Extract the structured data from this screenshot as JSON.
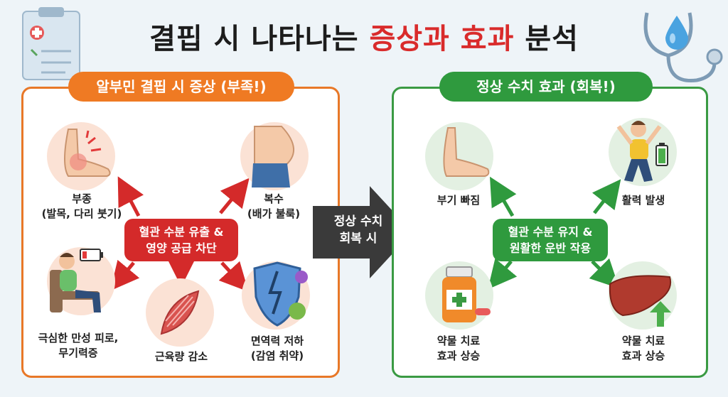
{
  "title": {
    "part1": "결핍 시 나타나는 ",
    "part2": "증상과 효과",
    "part3": " 분석"
  },
  "left": {
    "header": "알부민 결핍 시 증상 (부족!)",
    "hub": [
      "혈관 수분 유출 &",
      "영양 공급 차단"
    ],
    "items": [
      {
        "line1": "부종",
        "line2": "(발목, 다리 붓기)"
      },
      {
        "line1": "복수",
        "line2": "(배가 불룩)"
      },
      {
        "line1": "극심한 만성 피로,",
        "line2": "무기력증"
      },
      {
        "line1": "근육량 감소",
        "line2": ""
      },
      {
        "line1": "면역력 저하",
        "line2": "(감염 취약)"
      }
    ]
  },
  "transition": [
    "정상 수치",
    "회복 시"
  ],
  "right": {
    "header": "정상 수치 효과 (회복!)",
    "hub": [
      "혈관 수분 유지 &",
      "원활한 운반 작용"
    ],
    "items": [
      {
        "line1": "부기 빠짐",
        "line2": ""
      },
      {
        "line1": "활력 발생",
        "line2": ""
      },
      {
        "line1": "약물 치료",
        "line2": "효과 상승"
      },
      {
        "line1": "약물 치료",
        "line2": "효과 상승"
      }
    ]
  },
  "colors": {
    "orange": "#ef7a23",
    "red": "#d42a2a",
    "green": "#2f9a3e",
    "title_red": "#d92b2b"
  },
  "icons": [
    "clipboard-icon",
    "stethoscope-icon",
    "water-drop-icon",
    "swollen-foot-icon",
    "bloated-belly-icon",
    "tired-person-icon",
    "low-battery-icon",
    "muscle-icon",
    "shield-virus-icon",
    "healthy-foot-icon",
    "jumping-person-icon",
    "full-battery-icon",
    "medicine-bottle-icon",
    "liver-icon",
    "up-arrow-icon"
  ]
}
